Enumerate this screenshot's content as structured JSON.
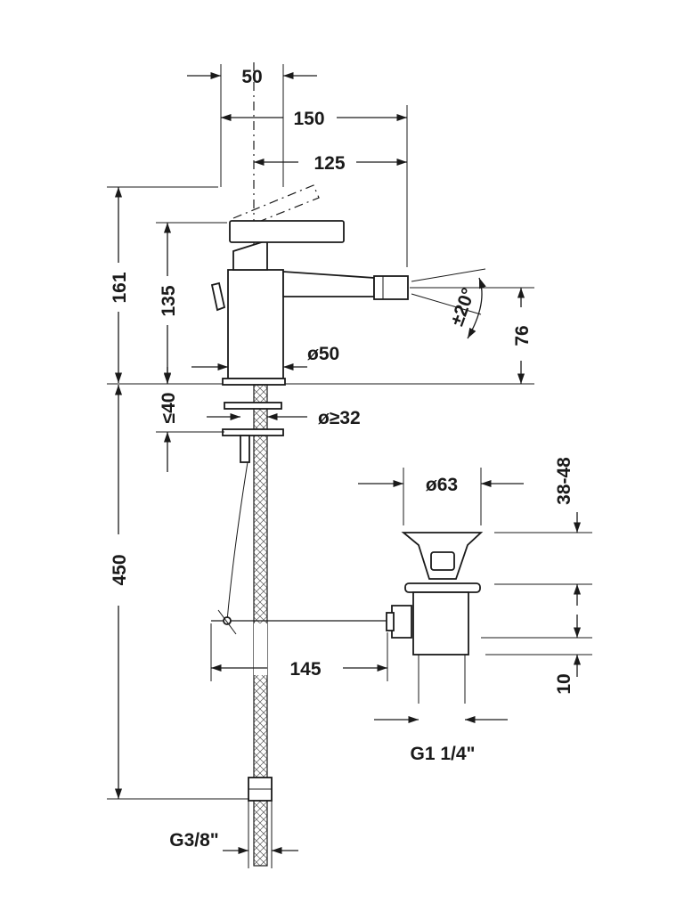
{
  "drawing": {
    "dimensions": {
      "spout_offset": "50",
      "total_width": "150",
      "spout_reach": "125",
      "total_height": "161",
      "spout_height": "135",
      "spout_angle": "±20°",
      "outlet_height": "76",
      "base_diameter": "ø50",
      "max_deck_thickness": "≤40",
      "hole_diameter": "ø≥32",
      "waste_diameter": "ø63",
      "waste_range": "38-48",
      "hose_length": "450",
      "rod_length": "145",
      "waste_offset": "10",
      "waste_thread": "G1 1/4\"",
      "hose_thread": "G3/8\""
    }
  }
}
